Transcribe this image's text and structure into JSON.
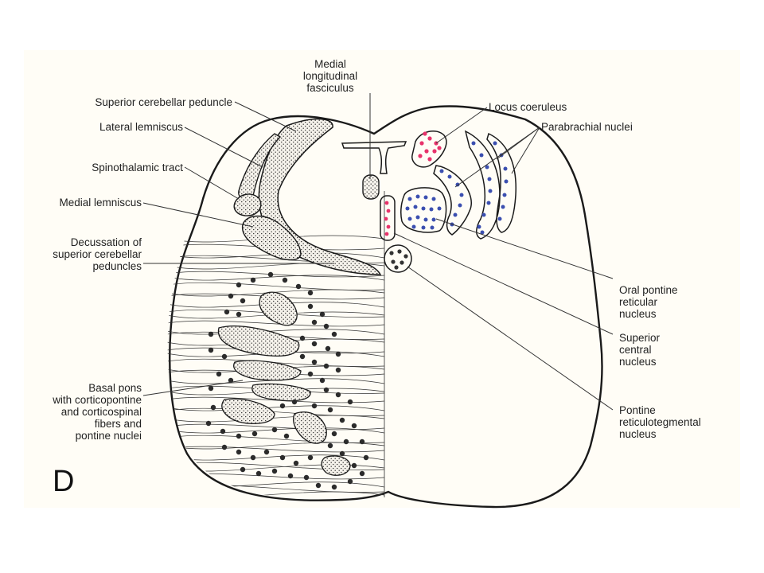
{
  "diagram": {
    "panel_letter": "D",
    "colors": {
      "locus_coeruleus": "#e8336b",
      "parabrachial": "#3b4fb0",
      "outline": "#1a1a1a",
      "background": "#fffdf6"
    },
    "labels": {
      "medial_longitudinal_fasciculus": "Medial\nlongitudinal\nfasciculus",
      "superior_cerebellar_peduncle": "Superior cerebellar peduncle",
      "lateral_lemniscus": "Lateral lemniscus",
      "spinothalamic_tract": "Spinothalamic tract",
      "medial_lemniscus": "Medial lemniscus",
      "decussation": "Decussation of\nsuperior cerebellar\npeduncles",
      "basal_pons": "Basal pons\nwith corticopontine\nand corticospinal\nfibers and\npontine nuclei",
      "locus_coeruleus": "Locus coeruleus",
      "parabrachial_nuclei": "Parabrachial nuclei",
      "oral_pontine": "Oral pontine\nreticular\nnucleus",
      "superior_central": "Superior\ncentral\nnucleus",
      "pontine_reticulotegmental": "Pontine\nreticulotegmental\nnucleus"
    }
  }
}
